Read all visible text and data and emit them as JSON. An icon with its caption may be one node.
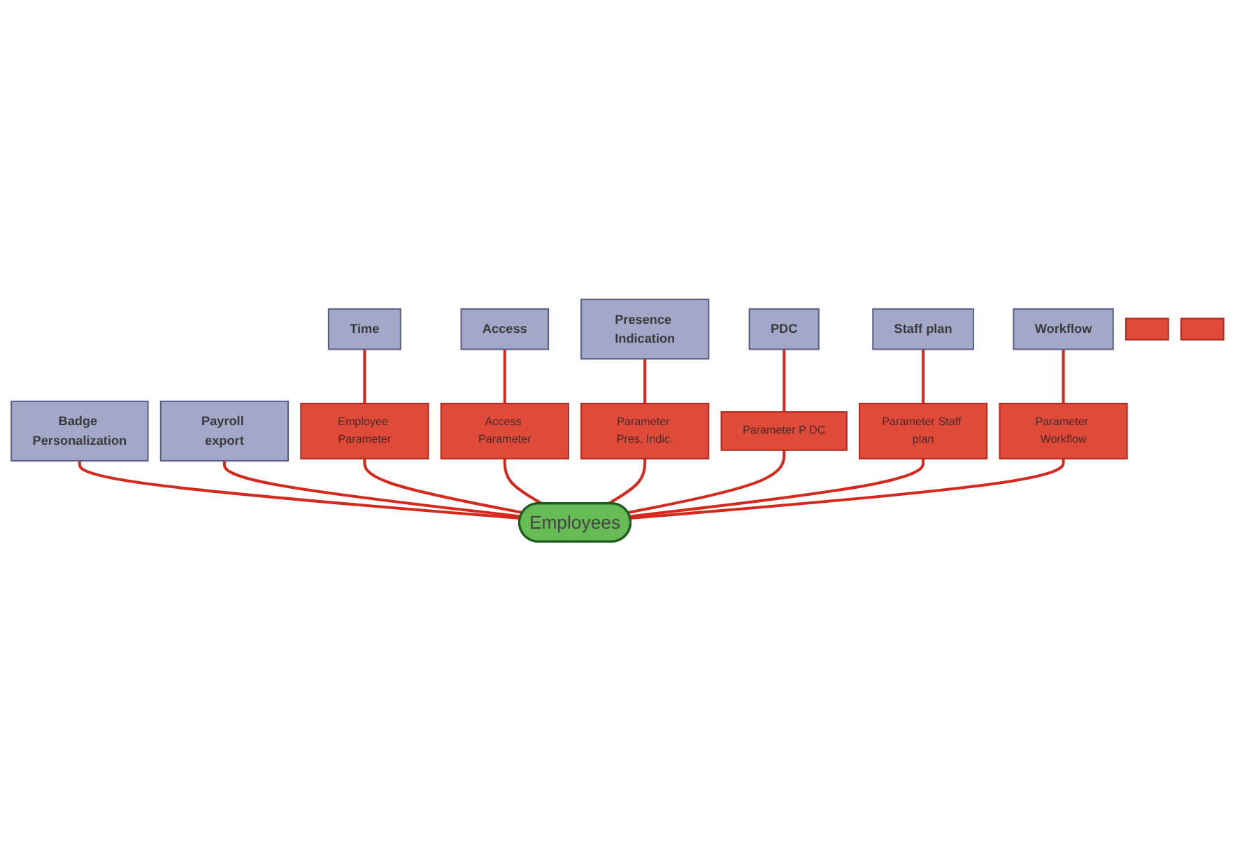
{
  "diagram": {
    "nodes": [
      {
        "text": [
          "Time"
        ]
      },
      {
        "text": [
          "Access"
        ]
      },
      {
        "text": [
          "Presence Indication"
        ]
      },
      {
        "text": [
          "Badge Personalization"
        ]
      },
      {
        "text": [
          "Payroll export"
        ]
      },
      {
        "text": [
          "PDC"
        ]
      },
      {
        "text": [
          "Staff plan"
        ]
      },
      {
        "text": [
          "Workflow"
        ]
      },
      {
        "text": [
          "Employee Parameter"
        ]
      },
      {
        "text": [
          "Access Parameter"
        ]
      },
      {
        "text": [
          "Parameter Pres. Indic."
        ]
      },
      {
        "text": [],
        "shape": "box"
      },
      {
        "text": [],
        "shape": "box"
      },
      {
        "text": [
          "Parameter P DC"
        ]
      },
      {
        "text": [
          "Parameter Staff plan"
        ]
      },
      {
        "text": [
          "Parameter Workflow"
        ]
      },
      {
        "text": [
          "Employees"
        ]
      }
    ],
    "edges": [
      {
        "from": 0,
        "to": 8,
        "arrow": "none"
      },
      {
        "from": 1,
        "to": 9,
        "arrow": "none"
      },
      {
        "from": 2,
        "to": 10,
        "arrow": "none"
      },
      {
        "from": 3,
        "to": 16,
        "arrow": "none"
      },
      {
        "from": 4,
        "to": 16,
        "arrow": "none"
      },
      {
        "from": 5,
        "to": 13,
        "arrow": "none"
      },
      {
        "from": 6,
        "to": 14,
        "arrow": "none"
      },
      {
        "from": 7,
        "to": 15,
        "arrow": "none"
      },
      {
        "from": 8,
        "to": 16,
        "arrow": "none"
      },
      {
        "from": 9,
        "to": 16,
        "arrow": "none"
      },
      {
        "from": 10,
        "to": 16,
        "arrow": "none"
      },
      {
        "from": 13,
        "to": 16,
        "arrow": "none"
      },
      {
        "from": 14,
        "to": 16,
        "arrow": "none"
      },
      {
        "from": 15,
        "to": 16,
        "arrow": "none"
      }
    ]
  }
}
